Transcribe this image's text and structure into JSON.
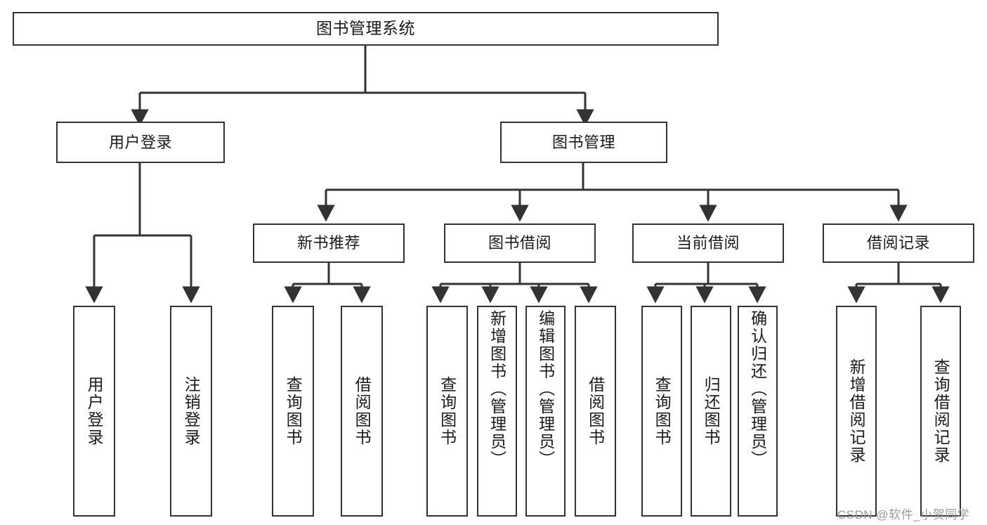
{
  "diagram": {
    "title": "图书管理系统",
    "type": "tree-hierarchy",
    "line_color": "#333333",
    "box_fill": "#ffffff",
    "background": "#ffffff",
    "nodes": {
      "root": {
        "label": "图书管理系统"
      },
      "level2": [
        {
          "id": "user-login",
          "label": "用户登录"
        },
        {
          "id": "book-manage",
          "label": "图书管理"
        }
      ],
      "level3": [
        {
          "id": "new-book-recommend",
          "label": "新书推荐"
        },
        {
          "id": "book-borrow",
          "label": "图书借阅"
        },
        {
          "id": "current-borrow",
          "label": "当前借阅"
        },
        {
          "id": "borrow-record",
          "label": "借阅记录"
        }
      ],
      "leaves": {
        "user_login": [
          {
            "id": "leaf-user-login",
            "label": "用户登录"
          },
          {
            "id": "leaf-logout-login",
            "label": "注销登录"
          }
        ],
        "new_book_recommend": [
          {
            "id": "leaf-query-book-1",
            "label": "查询图书"
          },
          {
            "id": "leaf-borrow-book-1",
            "label": "借阅图书"
          }
        ],
        "book_borrow": [
          {
            "id": "leaf-query-book-2",
            "label": "查询图书"
          },
          {
            "id": "leaf-add-book",
            "label": "新增图书（管理员）"
          },
          {
            "id": "leaf-edit-book",
            "label": "编辑图书（管理员）"
          },
          {
            "id": "leaf-borrow-book-2",
            "label": "借阅图书"
          }
        ],
        "current_borrow": [
          {
            "id": "leaf-query-book-3",
            "label": "查询图书"
          },
          {
            "id": "leaf-return-book",
            "label": "归还图书"
          },
          {
            "id": "leaf-confirm-return",
            "label": "确认归还（管理员）"
          }
        ],
        "borrow_record": [
          {
            "id": "leaf-add-record",
            "label": "新增借阅记录"
          },
          {
            "id": "leaf-query-record",
            "label": "查询借阅记录"
          }
        ]
      }
    }
  },
  "watermark": {
    "text": "CSDN @软件_小贺同学"
  }
}
